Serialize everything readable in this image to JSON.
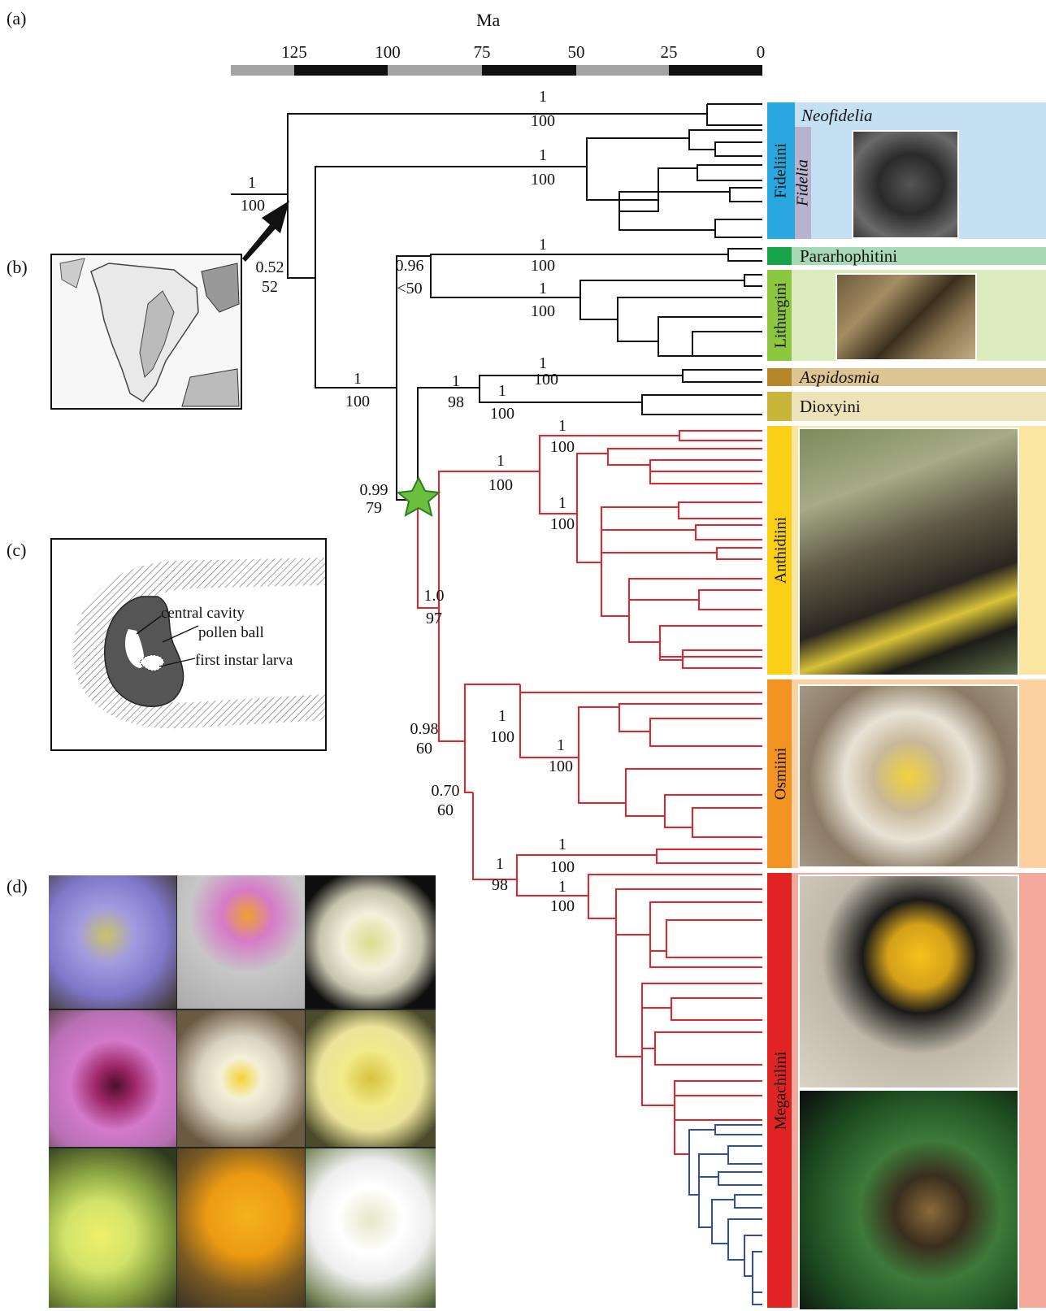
{
  "panels": {
    "a": "(a)",
    "b": "(b)",
    "c": "(c)",
    "d": "(d)"
  },
  "timescale": {
    "title": "Ma",
    "ticks": [
      "125",
      "100",
      "75",
      "50",
      "25",
      "0"
    ]
  },
  "nodes": {
    "root": {
      "pp": "1",
      "bs": "100"
    },
    "neofidelia": {
      "pp": "1",
      "bs": "100"
    },
    "fidelia": {
      "pp": "1",
      "bs": "100"
    },
    "n052": {
      "pp": "0.52",
      "bs": "52"
    },
    "n096": {
      "pp": "0.96",
      "bs": "<50"
    },
    "pararho": {
      "pp": "1",
      "bs": "100"
    },
    "lithurgini": {
      "pp": "1",
      "bs": "100"
    },
    "n1_100": {
      "pp": "1",
      "bs": "100"
    },
    "n1_98": {
      "pp": "1",
      "bs": "98"
    },
    "aspid": {
      "pp": "1",
      "bs": "100"
    },
    "dioxy": {
      "pp": "1",
      "bs": "100"
    },
    "n099": {
      "pp": "0.99",
      "bs": "79"
    },
    "anth_main": {
      "pp": "1",
      "bs": "100"
    },
    "anth_top": {
      "pp": "1",
      "bs": "100"
    },
    "anth_mid": {
      "pp": "1",
      "bs": "100"
    },
    "n10": {
      "pp": "1.0",
      "bs": "97"
    },
    "n098": {
      "pp": "0.98",
      "bs": "60"
    },
    "osm_a": {
      "pp": "1",
      "bs": "100"
    },
    "osm_b": {
      "pp": "1",
      "bs": "100"
    },
    "n070": {
      "pp": "0.70",
      "bs": "60"
    },
    "meg_a": {
      "pp": "1",
      "bs": "100"
    },
    "meg_b": {
      "pp": "1",
      "bs": "98"
    },
    "meg_c": {
      "pp": "1",
      "bs": "100"
    }
  },
  "tribes": {
    "neofidelia": "Neofidelia",
    "fidelia": "Fidelia",
    "fideliini": "Fideliini",
    "pararhophitini": "Pararhophitini",
    "lithurgini": "Lithurgini",
    "aspidosmia": "Aspidosmia",
    "dioxyini": "Dioxyini",
    "anthidiini": "Anthidiini",
    "osmiini": "Osmiini",
    "megachilini": "Megachilini"
  },
  "nest_diagram": {
    "central_cavity": "central cavity",
    "pollen_ball": "pollen ball",
    "first_instar_larva": "first instar larva"
  },
  "colors": {
    "fideliini": "#29a8e0",
    "pararhophitini": "#16a34a",
    "lithurgini": "#8dc63f",
    "aspidosmia": "#b5862a",
    "dioxyini": "#c9b43a",
    "anthidiini": "#f9d015",
    "osmiini": "#f39321",
    "megachilini": "#e02424",
    "red_branch": "#e3242b",
    "blue_branch": "#2e4ea8",
    "star": "#6cbf3e"
  }
}
